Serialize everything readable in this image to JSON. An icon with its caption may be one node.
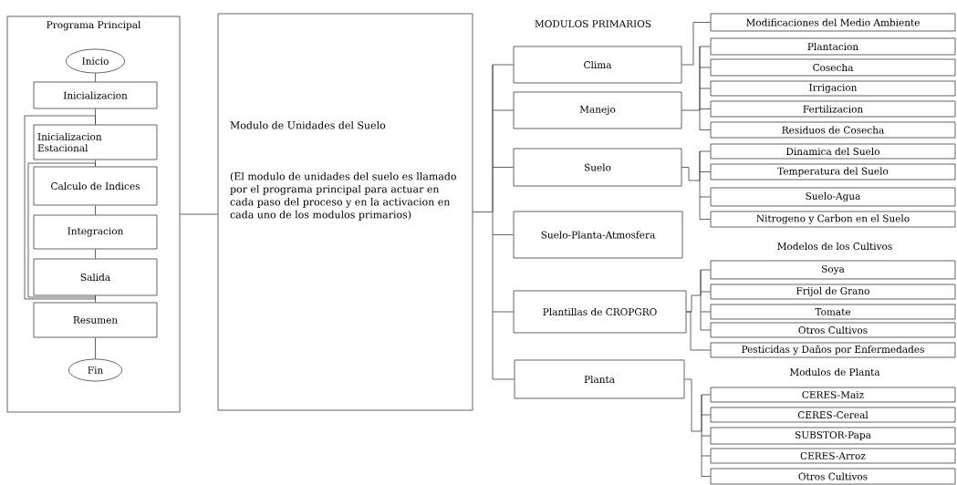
{
  "diagram": {
    "nodes": [
      {
        "text": [
          "Programa Principal"
        ]
      },
      {
        "text": [
          "Inicio"
        ],
        "in": 0
      },
      {
        "text": [
          "Inicializacion"
        ],
        "in": 0
      },
      {
        "text": [
          "Inicializacion Estacional"
        ],
        "in": 0
      },
      {
        "text": [
          "Calculo de Indices"
        ],
        "in": 0
      },
      {
        "text": [
          "Integracion"
        ],
        "in": 0
      },
      {
        "text": [
          "Salida"
        ],
        "in": 0
      },
      {
        "text": [
          "Resumen"
        ],
        "in": 0
      },
      {
        "text": [
          "Fin"
        ],
        "in": 0
      },
      {
        "text": [
          "Modulo de Unidades del Suelo",
          "(El modulo de unidades del suelo es llamado por el programa principal para actuar en cada paso del proceso y en la activacion en cada uno de los modulos primarios)"
        ]
      },
      {
        "text": [
          "Clima"
        ]
      },
      {
        "text": [
          "Manejo"
        ]
      },
      {
        "text": [
          "Suelo"
        ]
      },
      {
        "text": [
          "Suelo-Planta-Atmosfera"
        ]
      },
      {
        "text": [
          "Plantillas de CROPGRO"
        ]
      },
      {
        "text": [
          "Planta"
        ]
      },
      {
        "text": [
          "Modificaciones del Medio Ambiente"
        ]
      },
      {
        "text": [
          "Plantacion"
        ]
      },
      {
        "text": [
          "Cosecha"
        ]
      },
      {
        "text": [
          "Irrigacion"
        ]
      },
      {
        "text": [
          "Fertilizacion"
        ]
      },
      {
        "text": [
          "Residuos de Cosecha"
        ]
      },
      {
        "text": [
          "Dinamica del Suelo"
        ]
      },
      {
        "text": [
          "Temperatura del Suelo"
        ]
      },
      {
        "text": [
          "Suelo-Agua"
        ]
      },
      {
        "text": [
          "Nitrogeno y Carbon en el Suelo"
        ]
      },
      {
        "text": [
          "Soya"
        ]
      },
      {
        "text": [
          "Frijol de Grano"
        ]
      },
      {
        "text": [
          "Tomate"
        ]
      },
      {
        "text": [
          "Otros Cultivos"
        ]
      },
      {
        "text": [
          "Pesticidas y Daños por Enfermedades"
        ]
      },
      {
        "text": [
          "CERES-Maiz"
        ]
      },
      {
        "text": [
          "CERES-Cereal"
        ]
      },
      {
        "text": [
          "SUBSTOR-Papa"
        ]
      },
      {
        "text": [
          "CERES-Arroz"
        ]
      },
      {
        "text": [
          "Otros Cultivos"
        ]
      }
    ],
    "edges": [
      {
        "from": 1,
        "to": 2,
        "arrow": "none"
      },
      {
        "from": 2,
        "to": 3,
        "arrow": "none"
      },
      {
        "from": 3,
        "to": 4,
        "arrow": "none"
      },
      {
        "from": 4,
        "to": 5,
        "arrow": "none"
      },
      {
        "from": 5,
        "to": 6,
        "arrow": "none"
      },
      {
        "from": 6,
        "to": 7,
        "arrow": "none"
      },
      {
        "from": 7,
        "to": 8,
        "arrow": "none"
      },
      {
        "from": 6,
        "to": 3,
        "arrow": "none"
      },
      {
        "from": 6,
        "to": 4,
        "arrow": "none"
      },
      {
        "from": 0,
        "to": 9,
        "arrow": "none"
      },
      {
        "from": 9,
        "to": 10,
        "arrow": "none"
      },
      {
        "from": 9,
        "to": 11,
        "arrow": "none"
      },
      {
        "from": 9,
        "to": 12,
        "arrow": "none"
      },
      {
        "from": 9,
        "to": 13,
        "arrow": "none"
      },
      {
        "from": 9,
        "to": 14,
        "arrow": "none"
      },
      {
        "from": 9,
        "to": 15,
        "arrow": "none"
      },
      {
        "from": 10,
        "to": 16,
        "arrow": "none"
      },
      {
        "from": 11,
        "to": 17,
        "arrow": "none"
      },
      {
        "from": 11,
        "to": 18,
        "arrow": "none"
      },
      {
        "from": 11,
        "to": 19,
        "arrow": "none"
      },
      {
        "from": 11,
        "to": 20,
        "arrow": "none"
      },
      {
        "from": 11,
        "to": 21,
        "arrow": "none"
      },
      {
        "from": 12,
        "to": 22,
        "arrow": "none"
      },
      {
        "from": 12,
        "to": 23,
        "arrow": "none"
      },
      {
        "from": 12,
        "to": 24,
        "arrow": "none"
      },
      {
        "from": 12,
        "to": 25,
        "arrow": "none"
      },
      {
        "from": 14,
        "to": 26,
        "arrow": "none"
      },
      {
        "from": 14,
        "to": 27,
        "arrow": "none"
      },
      {
        "from": 14,
        "to": 28,
        "arrow": "none"
      },
      {
        "from": 14,
        "to": 29,
        "arrow": "none"
      },
      {
        "from": 14,
        "to": 30,
        "arrow": "none"
      },
      {
        "from": 15,
        "to": 31,
        "arrow": "none"
      },
      {
        "from": 15,
        "to": 32,
        "arrow": "none"
      },
      {
        "from": 15,
        "to": 33,
        "arrow": "none"
      },
      {
        "from": 15,
        "to": 34,
        "arrow": "none"
      },
      {
        "from": 15,
        "to": 35,
        "arrow": "none"
      }
    ],
    "labels": [
      "MODULOS PRIMARIOS",
      "Modelos de los Cultivos",
      "Modulos de Planta"
    ]
  }
}
